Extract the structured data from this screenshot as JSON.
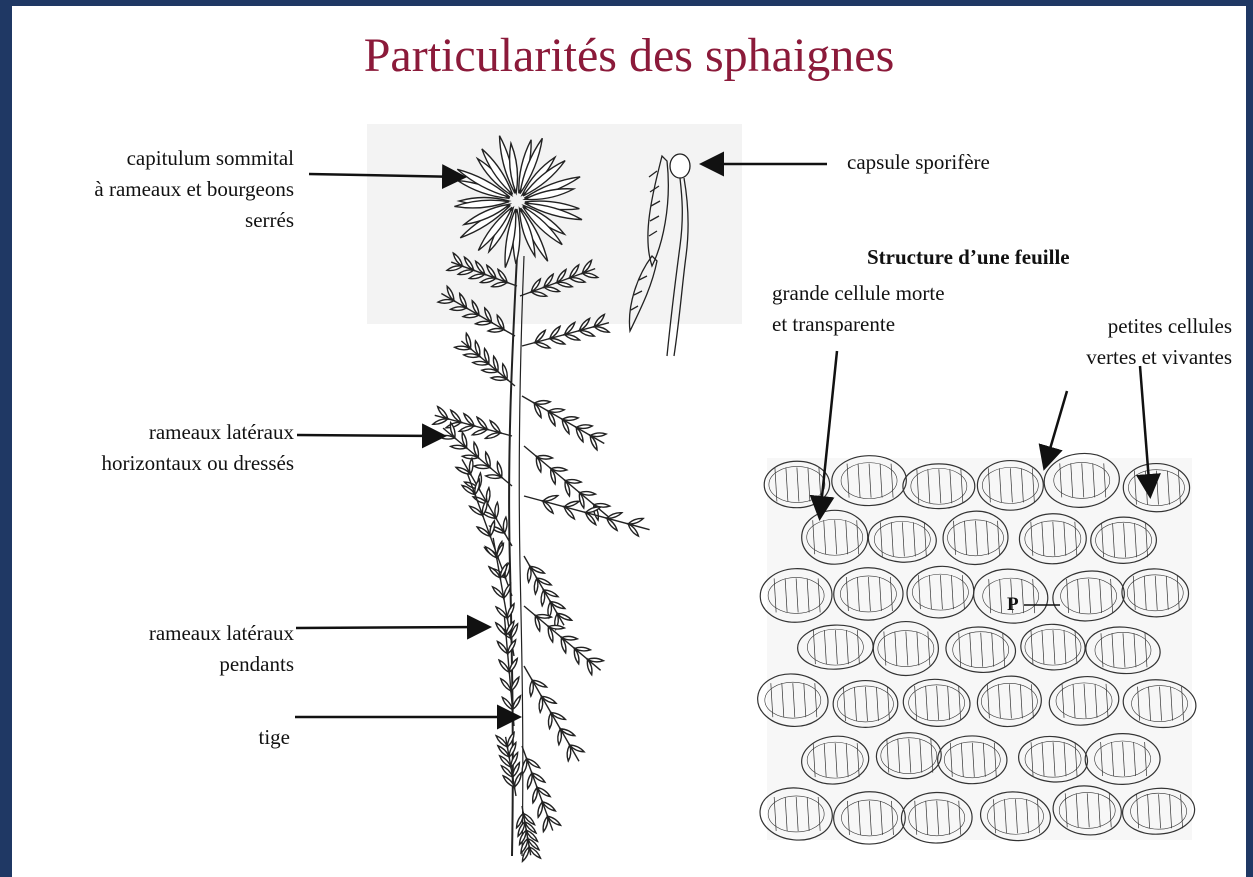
{
  "slide": {
    "title": "Particularités des sphaignes",
    "labels": {
      "capitulum_l1": "capitulum sommital",
      "capitulum_l2": "à rameaux et bourgeons",
      "capitulum_l3": "serrés",
      "capsule": "capsule sporifère",
      "rameaux_horiz_l1": "rameaux latéraux",
      "rameaux_horiz_l2": "horizontaux ou dressés",
      "rameaux_pend_l1": "rameaux latéraux",
      "rameaux_pend_l2": "pendants",
      "tige": "tige",
      "structure_title": "Structure d’une feuille",
      "grande_l1": "grande cellule morte",
      "grande_l2": "et transparente",
      "petites_l1": "petites cellules",
      "petites_l2": "vertes et vivantes",
      "p_marker": "P"
    }
  },
  "colors": {
    "background": "#1f3864",
    "slide": "#ffffff",
    "title": "#8b1a3a",
    "ink": "#111111"
  }
}
